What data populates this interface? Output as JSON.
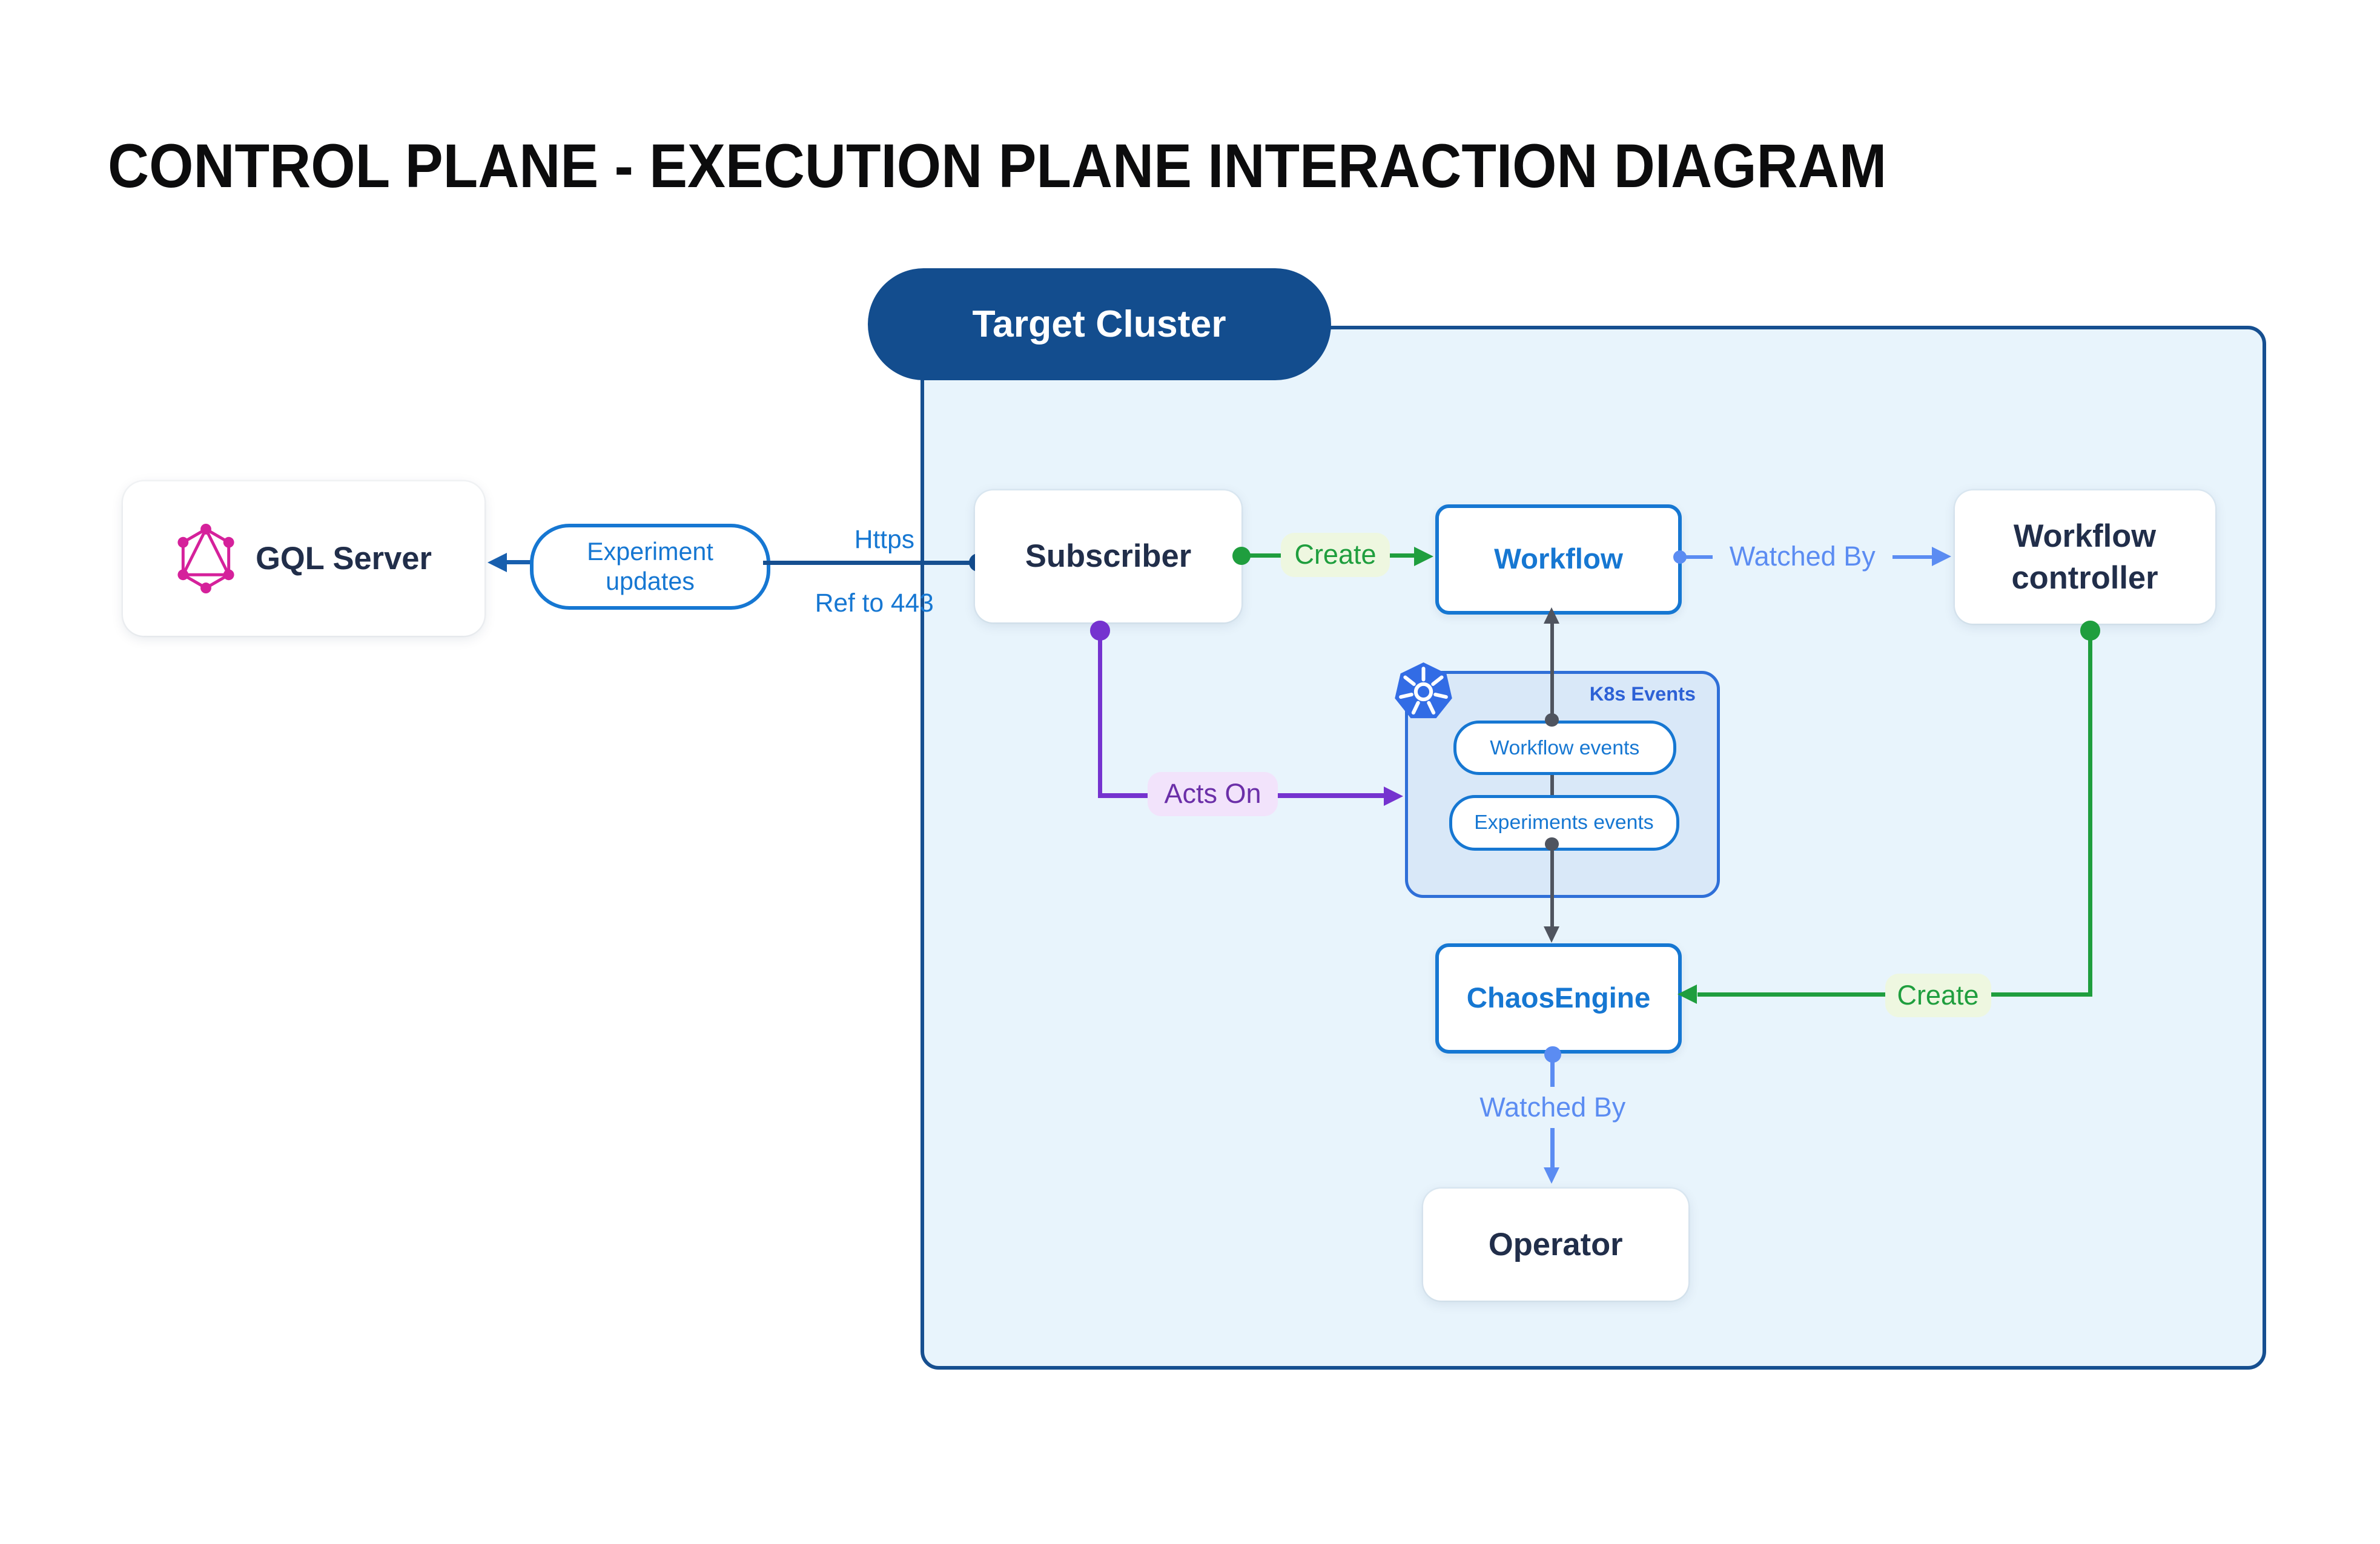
{
  "title": "CONTROL PLANE - EXECUTION PLANE INTERACTION DIAGRAM",
  "cluster": {
    "label": "Target Cluster"
  },
  "nodes": {
    "gql": {
      "label": "GQL Server"
    },
    "subscriber": {
      "label": "Subscriber"
    },
    "workflow": {
      "label": "Workflow"
    },
    "controller": {
      "line1": "Workflow",
      "line2": "controller"
    },
    "chaos": {
      "label": "ChaosEngine"
    },
    "operator": {
      "label": "Operator"
    }
  },
  "k8s": {
    "label": "K8s Events",
    "pill1": "Workflow events",
    "pill2": "Experiments events",
    "icon": "kubernetes-icon"
  },
  "edges": {
    "experiment_updates": {
      "line1": "Experiment",
      "line2": "updates"
    },
    "https": "Https",
    "ref443": "Ref to 443",
    "create_workflow": "Create",
    "watched_by_workflow": "Watched By",
    "acts_on": "Acts On",
    "create_chaos": "Create",
    "watched_by_chaos": "Watched By"
  },
  "icons": {
    "gql": "graphql-icon",
    "k8s": "kubernetes-icon"
  },
  "colors": {
    "cluster_fill": "#e8f4fc",
    "cluster_border": "#164f90",
    "pill_blue": "#134d8e",
    "node_text_navy": "#212e4a",
    "blue_accent": "#1677d2",
    "cornflower": "#5b8cf2",
    "green": "#1f9e3e",
    "green_label_bg": "#eef7e0",
    "purple": "#7533cf",
    "purple_label_bg": "#f2e3fb",
    "gray_edge": "#4f545f",
    "k8s_box_fill": "#d9e8f8",
    "k8s_blue": "#326ce5",
    "graphql_pink": "#d5219b"
  }
}
